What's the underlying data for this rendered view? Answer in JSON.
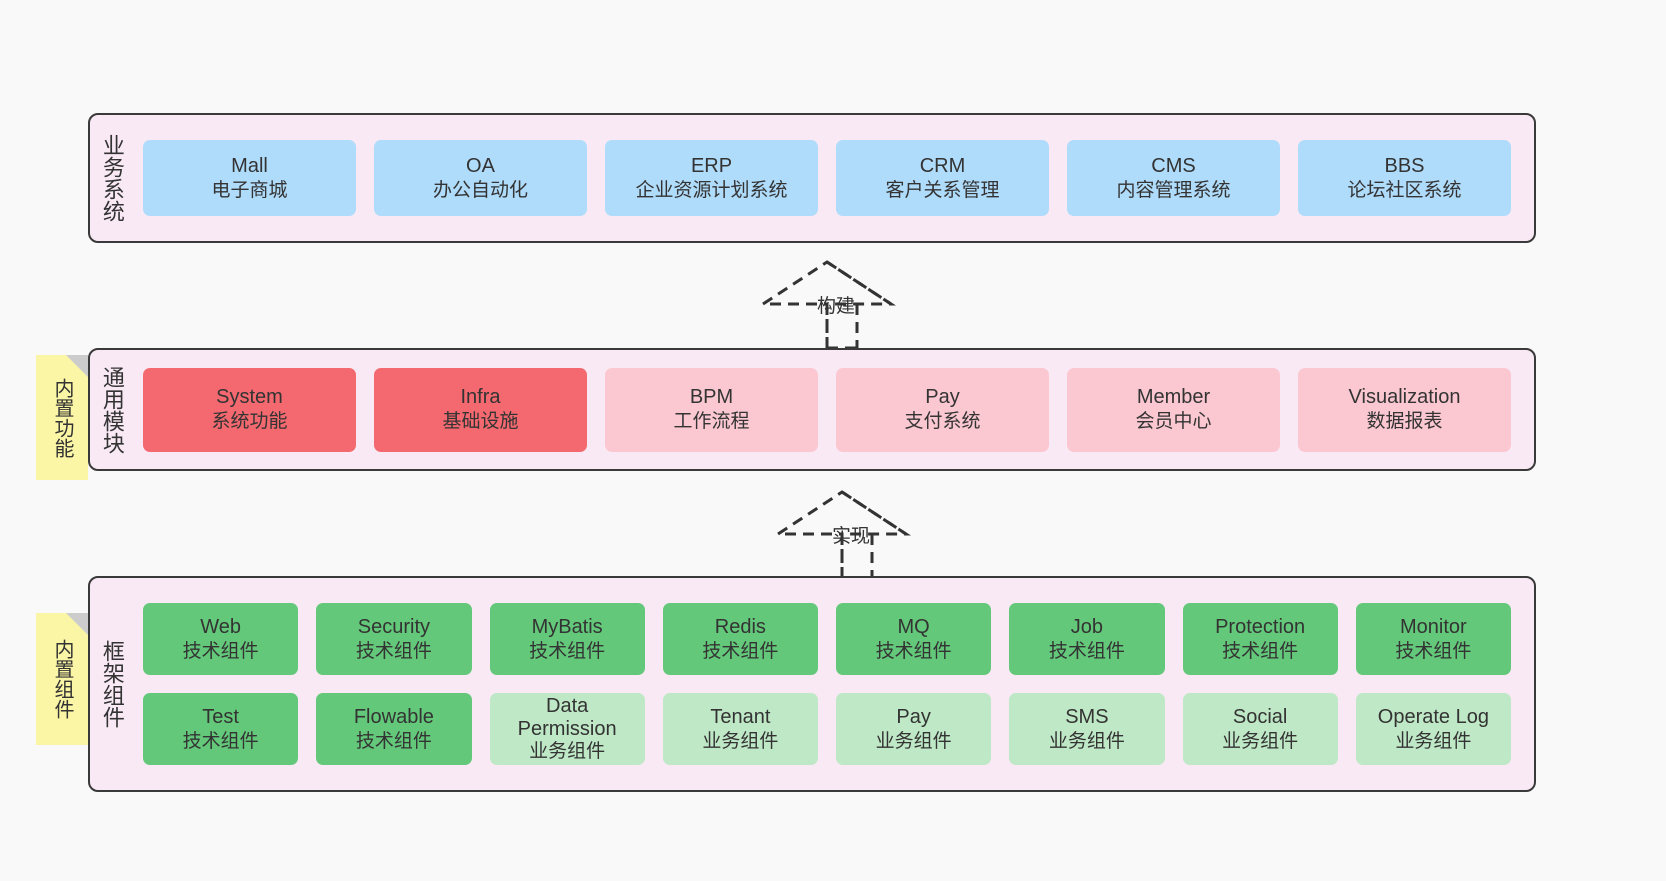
{
  "theme": {
    "page_background": "#f9f9f9",
    "panel_background": "#f8e9f4",
    "panel_border": "#3a3a3a",
    "business_box": "#b0dcfb",
    "core_module_box": "#f4696f",
    "module_box": "#fbc8d2",
    "tech_component_box": "#63c87a",
    "business_component_box": "#bfe8c6",
    "note_background": "#fbf6a6",
    "note_fold": "#cccccc",
    "text": "#333333"
  },
  "layers": {
    "business": {
      "label": "业务系统",
      "items": [
        {
          "en": "Mall",
          "cn": "电子商城"
        },
        {
          "en": "OA",
          "cn": "办公自动化"
        },
        {
          "en": "ERP",
          "cn": "企业资源计划系统"
        },
        {
          "en": "CRM",
          "cn": "客户关系管理"
        },
        {
          "en": "CMS",
          "cn": "内容管理系统"
        },
        {
          "en": "BBS",
          "cn": "论坛社区系统"
        }
      ]
    },
    "modules": {
      "label": "通用模块",
      "note": "内置功能",
      "items": [
        {
          "en": "System",
          "cn": "系统功能",
          "color": "core"
        },
        {
          "en": "Infra",
          "cn": "基础设施",
          "color": "core"
        },
        {
          "en": "BPM",
          "cn": "工作流程",
          "color": "normal"
        },
        {
          "en": "Pay",
          "cn": "支付系统",
          "color": "normal"
        },
        {
          "en": "Member",
          "cn": "会员中心",
          "color": "normal"
        },
        {
          "en": "Visualization",
          "cn": "数据报表",
          "color": "normal"
        }
      ]
    },
    "framework": {
      "label": "框架组件",
      "note": "内置组件",
      "row1": [
        {
          "en": "Web",
          "cn": "技术组件",
          "color": "tech"
        },
        {
          "en": "Security",
          "cn": "技术组件",
          "color": "tech"
        },
        {
          "en": "MyBatis",
          "cn": "技术组件",
          "color": "tech"
        },
        {
          "en": "Redis",
          "cn": "技术组件",
          "color": "tech"
        },
        {
          "en": "MQ",
          "cn": "技术组件",
          "color": "tech"
        },
        {
          "en": "Job",
          "cn": "技术组件",
          "color": "tech"
        },
        {
          "en": "Protection",
          "cn": "技术组件",
          "color": "tech"
        },
        {
          "en": "Monitor",
          "cn": "技术组件",
          "color": "tech"
        }
      ],
      "row2": [
        {
          "en": "Test",
          "cn": "技术组件",
          "color": "tech"
        },
        {
          "en": "Flowable",
          "cn": "技术组件",
          "color": "tech"
        },
        {
          "en": "Data Permission",
          "cn": "业务组件",
          "color": "biz"
        },
        {
          "en": "Tenant",
          "cn": "业务组件",
          "color": "biz"
        },
        {
          "en": "Pay",
          "cn": "业务组件",
          "color": "biz"
        },
        {
          "en": "SMS",
          "cn": "业务组件",
          "color": "biz"
        },
        {
          "en": "Social",
          "cn": "业务组件",
          "color": "biz"
        },
        {
          "en": "Operate Log",
          "cn": "业务组件",
          "color": "biz"
        }
      ]
    }
  },
  "connectors": [
    {
      "label": "构建",
      "from": "通用模块",
      "to": "业务系统"
    },
    {
      "label": "实现",
      "from": "框架组件",
      "to": "通用模块"
    }
  ]
}
